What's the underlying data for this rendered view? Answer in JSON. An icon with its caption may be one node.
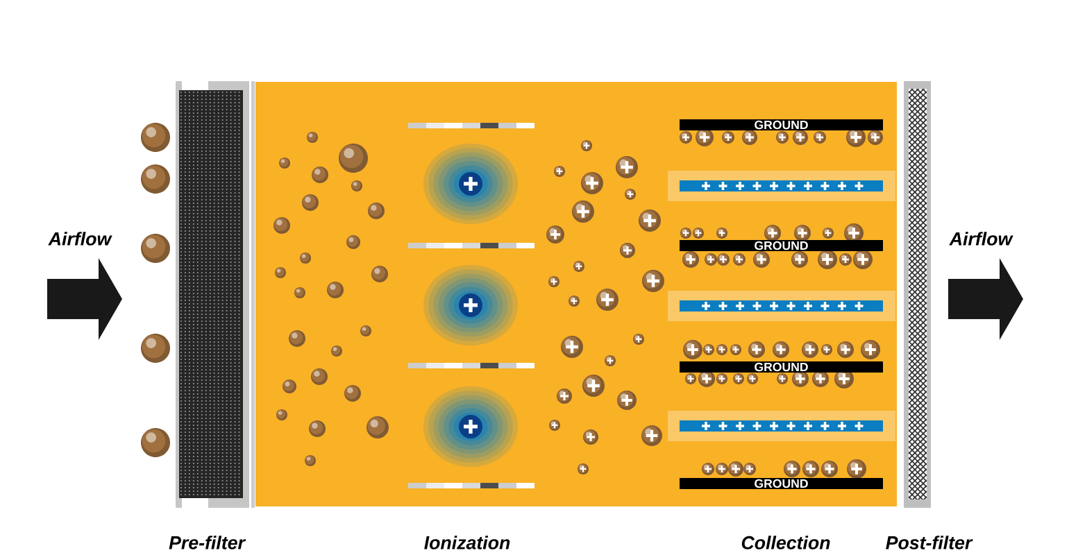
{
  "diagram": {
    "labels": [
      "Airflow",
      "Airflow",
      "GROUND",
      "GROUND",
      "GROUND",
      "GROUND",
      "Pre-filter",
      "Ionization",
      "Collection",
      "Post-filter"
    ]
  }
}
